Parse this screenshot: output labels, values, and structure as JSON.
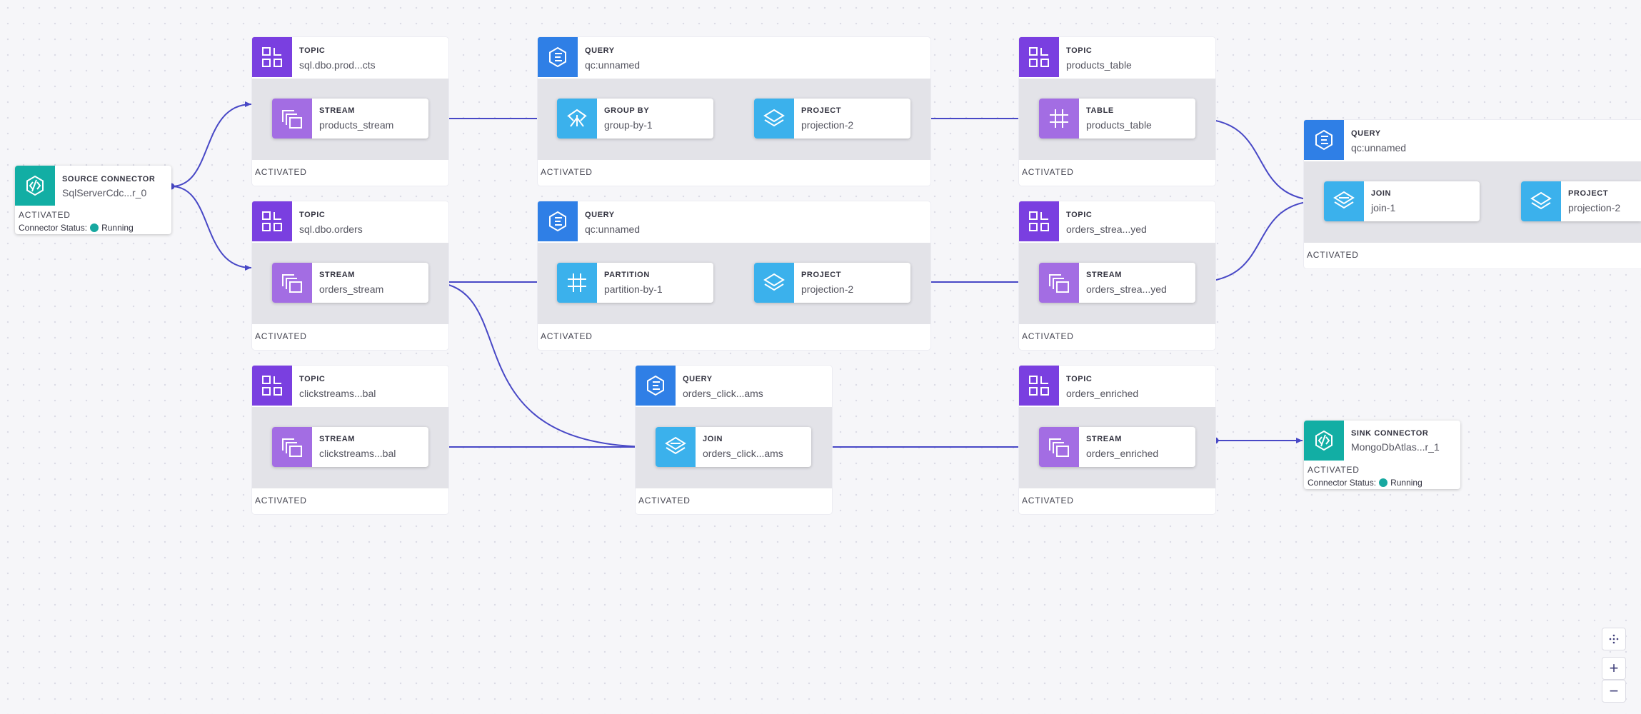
{
  "colors": {
    "topic": "#7a3fe0",
    "query": "#2f7fe6",
    "stream": "#a36de3",
    "op": "#3bb1ec",
    "connector": "#12aea4",
    "edge": "#4848c6"
  },
  "source": {
    "kind": "SOURCE CONNECTOR",
    "name": "SqlServerCdc...r_0",
    "status": "ACTIVATED",
    "status_label": "Connector Status:",
    "status_value": "Running"
  },
  "sink": {
    "kind": "SINK CONNECTOR",
    "name": "MongoDbAtlas...r_1",
    "status": "ACTIVATED",
    "status_label": "Connector Status:",
    "status_value": "Running"
  },
  "groups": {
    "t1": {
      "kind": "TOPIC",
      "name": "sql.dbo.prod...cts",
      "status": "ACTIVATED",
      "node": {
        "kind": "STREAM",
        "name": "products_stream"
      }
    },
    "t2": {
      "kind": "TOPIC",
      "name": "sql.dbo.orders",
      "status": "ACTIVATED",
      "node": {
        "kind": "STREAM",
        "name": "orders_stream"
      }
    },
    "t3": {
      "kind": "TOPIC",
      "name": "clickstreams...bal",
      "status": "ACTIVATED",
      "node": {
        "kind": "STREAM",
        "name": "clickstreams...bal"
      }
    },
    "q1": {
      "kind": "QUERY",
      "name": "qc:unnamed",
      "status": "ACTIVATED",
      "nodes": [
        {
          "kind": "GROUP BY",
          "name": "group-by-1"
        },
        {
          "kind": "PROJECT",
          "name": "projection-2"
        }
      ]
    },
    "q2": {
      "kind": "QUERY",
      "name": "qc:unnamed",
      "status": "ACTIVATED",
      "nodes": [
        {
          "kind": "PARTITION",
          "name": "partition-by-1"
        },
        {
          "kind": "PROJECT",
          "name": "projection-2"
        }
      ]
    },
    "q3": {
      "kind": "QUERY",
      "name": "orders_click...ams",
      "status": "ACTIVATED",
      "nodes": [
        {
          "kind": "JOIN",
          "name": "orders_click...ams"
        }
      ]
    },
    "t4": {
      "kind": "TOPIC",
      "name": "products_table",
      "status": "ACTIVATED",
      "node": {
        "kind": "TABLE",
        "name": "products_table"
      }
    },
    "t5": {
      "kind": "TOPIC",
      "name": "orders_strea...yed",
      "status": "ACTIVATED",
      "node": {
        "kind": "STREAM",
        "name": "orders_strea...yed"
      }
    },
    "t6": {
      "kind": "TOPIC",
      "name": "orders_enriched",
      "status": "ACTIVATED",
      "node": {
        "kind": "STREAM",
        "name": "orders_enriched"
      }
    },
    "q4": {
      "kind": "QUERY",
      "name": "qc:unnamed",
      "status": "ACTIVATED",
      "nodes": [
        {
          "kind": "JOIN",
          "name": "join-1"
        },
        {
          "kind": "PROJECT",
          "name": "projection-2"
        }
      ]
    }
  },
  "controls": {
    "zoom_in": "+",
    "zoom_out": "−"
  }
}
